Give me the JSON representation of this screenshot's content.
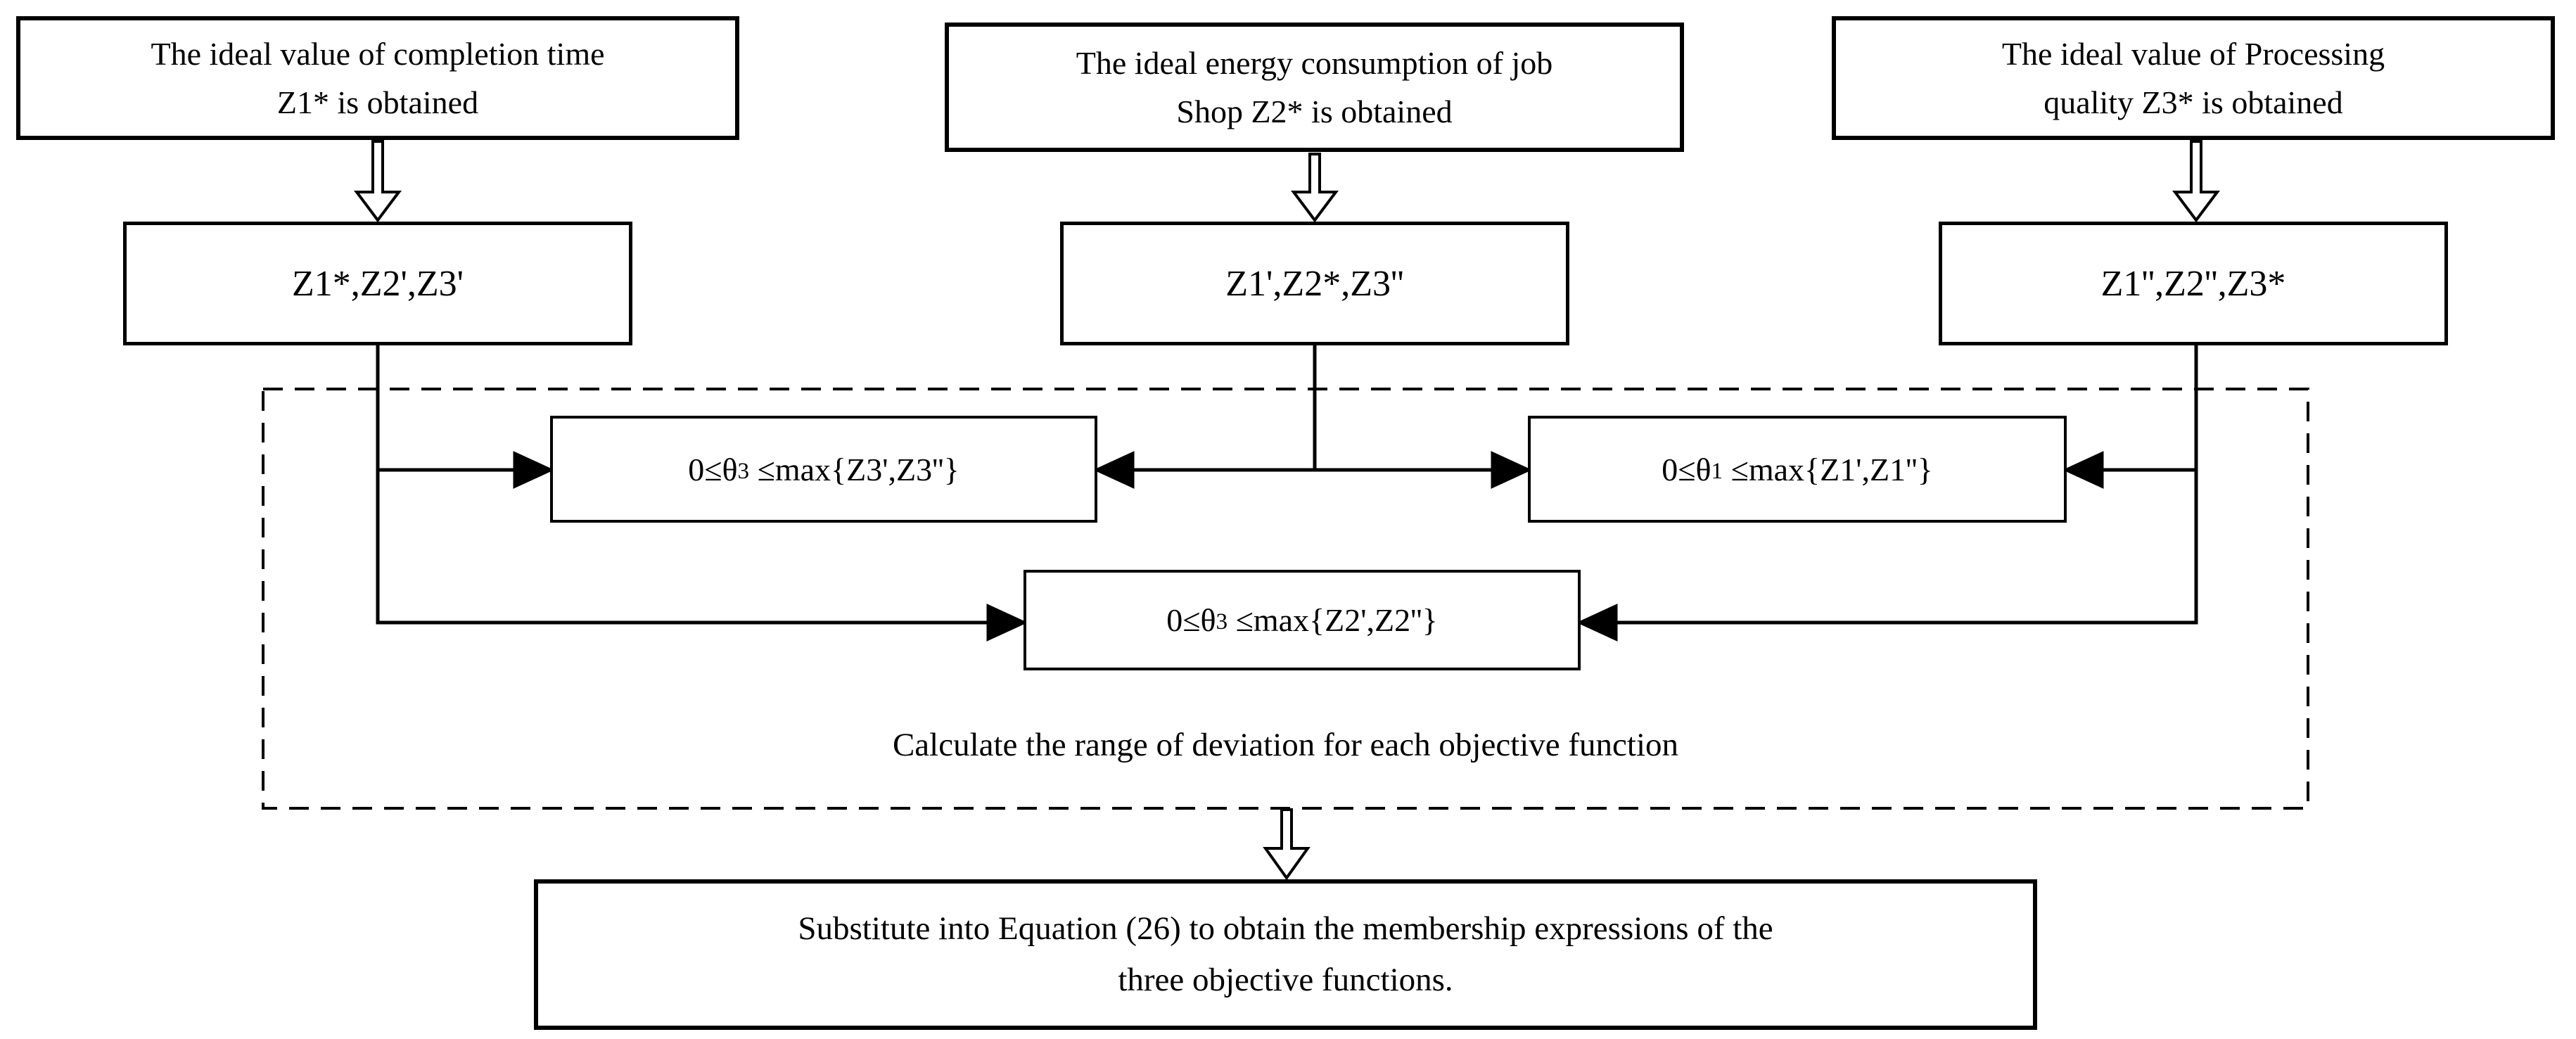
{
  "colors": {
    "ink": "#000000",
    "background": "#ffffff"
  },
  "diagram": {
    "top_boxes": [
      {
        "lines": [
          "The ideal value of completion time",
          "Z1* is obtained"
        ]
      },
      {
        "lines": [
          "The ideal energy consumption of job",
          "Shop Z2* is obtained"
        ]
      },
      {
        "lines": [
          "The ideal value of Processing",
          "quality Z3* is obtained"
        ]
      }
    ],
    "value_boxes": [
      "Z1*,Z2',Z3'",
      "Z1',Z2*,Z3''",
      "Z1'',Z2'',Z3*"
    ],
    "constraint_boxes": [
      {
        "prefix": "0≤θ",
        "sub": "3",
        "suffix": " ≤max{Z3',Z3''}"
      },
      {
        "prefix": "0≤θ",
        "sub": "1",
        "suffix": " ≤max{Z1',Z1''}"
      },
      {
        "prefix": "0≤θ",
        "sub": "3",
        "suffix": " ≤max{Z2',Z2''}"
      }
    ],
    "dashed_caption": "Calculate the range of deviation for each objective function",
    "final_box": {
      "lines": [
        "Substitute into Equation (26) to obtain the membership expressions of the",
        "three objective functions."
      ]
    }
  }
}
